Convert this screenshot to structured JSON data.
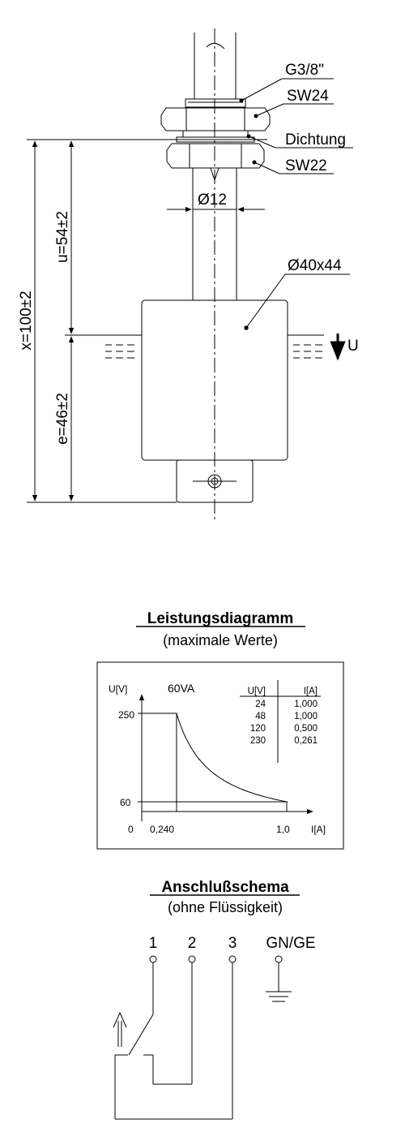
{
  "drawing": {
    "labels": {
      "thread": "G3/8\"",
      "nut_large": "SW24",
      "seal": "Dichtung",
      "nut_small": "SW22",
      "stem_diameter": "Ø12",
      "float_size": "Ø40x44",
      "level_direction": "U",
      "dim_total": "x=100±2",
      "dim_upper": "u=54±2",
      "dim_lower": "e=46±2"
    }
  },
  "performance": {
    "title": "Leistungsdiagramm",
    "subtitle": "(maximale Werte)"
  },
  "chart_data": {
    "type": "line",
    "title": "",
    "xlabel": "I[A]",
    "ylabel": "U[V]",
    "annotation": "60VA",
    "x_ticks": [
      "0",
      "0,240",
      "1,0"
    ],
    "y_ticks": [
      "250",
      "60"
    ],
    "series": [
      {
        "x": [
          0,
          0.24,
          0.3,
          0.4,
          0.5,
          0.6,
          0.7,
          0.8,
          0.9,
          1.0
        ],
        "y": [
          250,
          250,
          200,
          150,
          120,
          100,
          85.7,
          75,
          66.7,
          60
        ]
      }
    ],
    "table": {
      "columns": [
        "U[V]",
        "I[A]"
      ],
      "rows": [
        [
          "24",
          "1,000"
        ],
        [
          "48",
          "1,000"
        ],
        [
          "120",
          "0,500"
        ],
        [
          "230",
          "0,261"
        ]
      ]
    }
  },
  "wiring": {
    "title": "Anschlußschema",
    "subtitle": "(ohne Flüssigkeit)",
    "terminals": [
      "1",
      "2",
      "3",
      "GN/GE"
    ]
  }
}
